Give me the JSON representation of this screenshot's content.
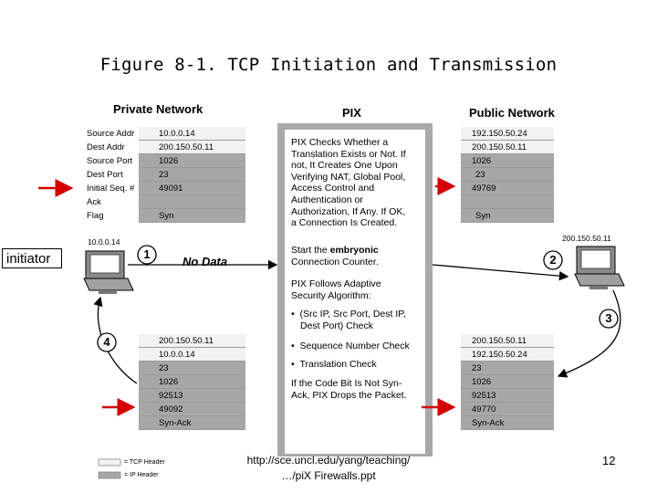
{
  "title": "Figure 8-1. TCP Initiation and Transmission",
  "headers": {
    "private": "Private Network",
    "pix": "PIX",
    "public": "Public Network"
  },
  "field_labels": [
    "Source Addr",
    "Dest Addr",
    "Source Port",
    "Dest Port",
    "Initial Seq. #",
    "Ack",
    "Flag"
  ],
  "private_top": [
    "10.0.0.14",
    "200.150.50.11",
    "1026",
    "23",
    "49091",
    "",
    "Syn"
  ],
  "public_top": [
    "192.150.50.24",
    "200.150.50.11",
    "1026",
    "23",
    "49769",
    "",
    "Syn"
  ],
  "private_bottom": [
    "200.150.50.11",
    "10.0.0.14",
    "23",
    "1026",
    "92513",
    "49092",
    "Syn-Ack"
  ],
  "public_bottom": [
    "200.150.50.11",
    "192.150.50.24",
    "23",
    "1026",
    "92513",
    "49770",
    "Syn-Ack"
  ],
  "pix_text": {
    "p1": [
      "PIX Checks Whether a",
      "Translation Exists or Not. If",
      "not, It Creates One Upon",
      "Verifying NAT, Global Pool,",
      "Access Control and",
      "Authentication or",
      "Authorization, If Any. If OK,",
      "a Connection Is Created."
    ],
    "p2_prefix": "Start the ",
    "p2_bold": "embryonic",
    "p2_rest": "Connection Counter.",
    "p3": [
      "PIX Follows Adaptive",
      "Security Algorithm:"
    ],
    "bullet1": [
      "(Src IP, Src Port, Dest IP,",
      "Dest Port) Check"
    ],
    "bullet2": "Sequence Number Check",
    "bullet3": "Translation Check",
    "p4": [
      "If the Code Bit Is Not Syn-",
      "Ack, PIX Drops the Packet."
    ]
  },
  "host_left_ip": "10.0.0.14",
  "host_right_ip": "200.150.50.11",
  "steps": [
    "1",
    "2",
    "3",
    "4"
  ],
  "no_data": "No Data",
  "callout": "initiator",
  "legend": {
    "tcp": "= TCP Header",
    "ip": "= IP Header"
  },
  "footer": {
    "link_line1": "http://sce.uncl.edu/yang/teaching/",
    "link_line2": "…/piX Firewalls.ppt",
    "page": "12"
  },
  "colors": {
    "arrow_red": "#d40000",
    "tcp_header": "#f2f2f2",
    "ip_header": "#a7a7a7"
  }
}
